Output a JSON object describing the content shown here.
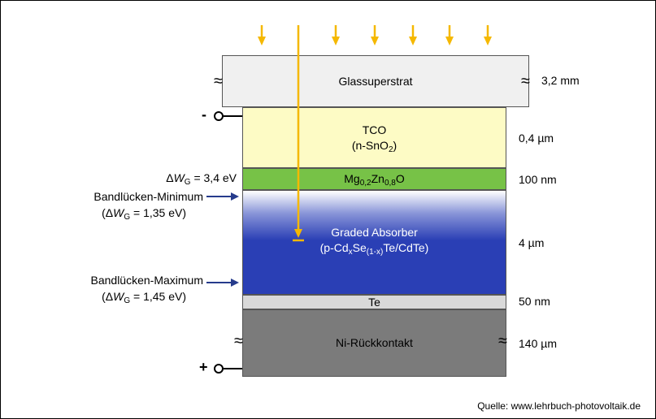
{
  "colors": {
    "sunlight": "#f5b800",
    "glass": "#f0f0f0",
    "tco": "#fdfbc5",
    "mgzno": "#77c247",
    "absorber": "#2a3fb5",
    "te": "#d9d9d9",
    "contact": "#7b7b7b",
    "pointer": "#263b8c"
  },
  "layers": {
    "glass": {
      "label": "Glassuperstrat",
      "thickness": "3,2 mm"
    },
    "tco": {
      "label": "TCO",
      "formula": {
        "pre": "(n-SnO",
        "sub": "2",
        "post": ")"
      },
      "thickness": "0,4 µm"
    },
    "mgzno": {
      "m": "Mg",
      "s1": "0,2",
      "z": "Zn",
      "s2": "0,8",
      "o": "O",
      "thickness": "100 nm"
    },
    "absorber": {
      "label": "Graded Absorber",
      "f1": "(p-Cd",
      "s1": "x",
      "f2": "Se",
      "s2": "(1-x)",
      "f3": "Te/CdTe)",
      "thickness": "4 µm"
    },
    "te": {
      "label": "Te",
      "thickness": "50 nm"
    },
    "contact": {
      "label": "Ni-Rückkontakt",
      "thickness": "140 µm"
    }
  },
  "annotations": {
    "bandgap_top": {
      "delta": "Δ",
      "w": "W",
      "sub": "G",
      "rest": " = 3,4 eV"
    },
    "minimum": {
      "title": "Bandlücken-Minimum",
      "open": "(Δ",
      "w": "W",
      "sub": "G",
      "rest": " = 1,35 eV)"
    },
    "maximum": {
      "title": "Bandlücken-Maximum",
      "open": "(Δ",
      "w": "W",
      "sub": "G",
      "rest": " = 1,45 eV)"
    }
  },
  "terminals": {
    "negative": "-",
    "positive": "+"
  },
  "break_mark": "≈",
  "source": "Quelle: www.lehrbuch-photovoltaik.de"
}
